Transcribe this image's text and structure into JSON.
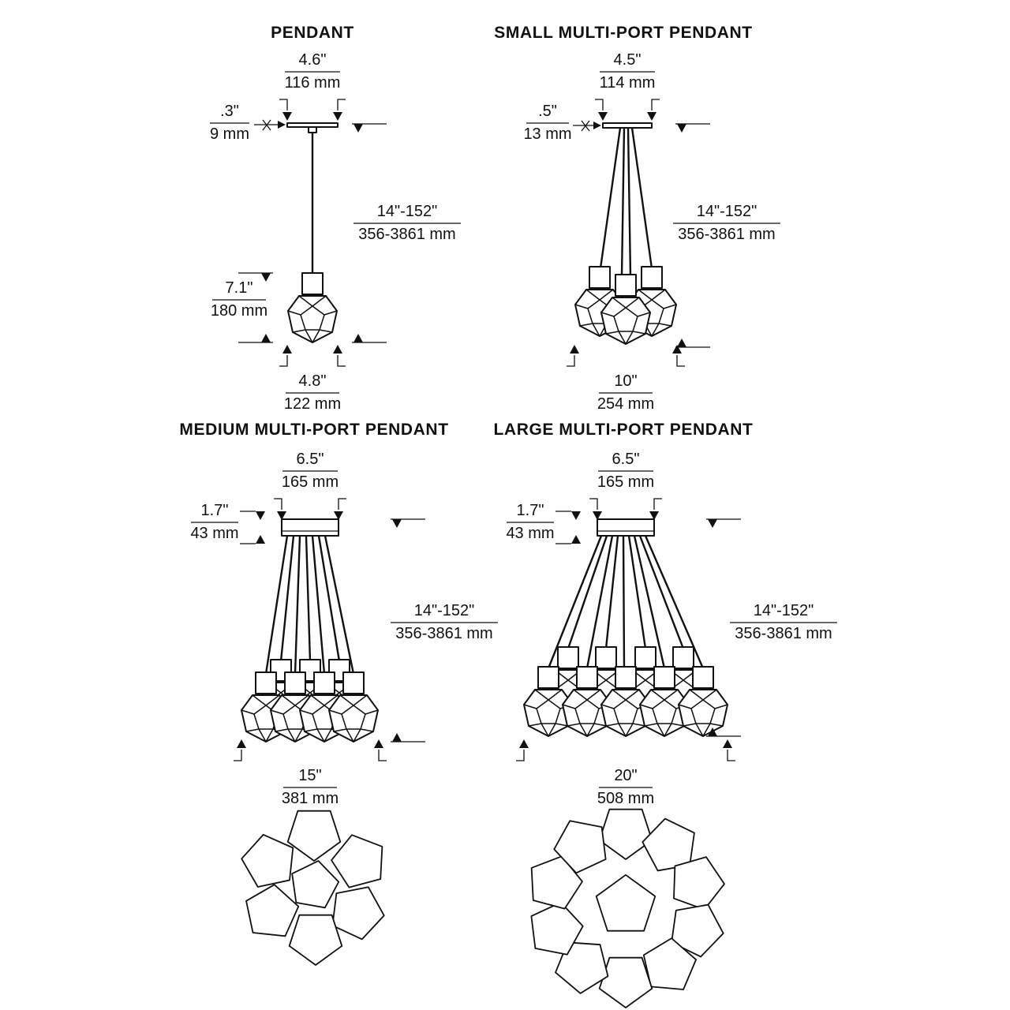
{
  "document": {
    "background": "#ffffff",
    "line_color": "#111111"
  },
  "panels": {
    "pendant": {
      "title": "PENDANT",
      "top_width": {
        "in": "4.6\"",
        "mm": "116 mm"
      },
      "canopy_height": {
        "in": ".3\"",
        "mm": "9 mm"
      },
      "drop": {
        "in": "14\"-152\"",
        "mm": "356-3861 mm"
      },
      "fixture_height": {
        "in": "7.1\"",
        "mm": "180 mm"
      },
      "bottom_width": {
        "in": "4.8\"",
        "mm": "122 mm"
      }
    },
    "small": {
      "title": "SMALL MULTI-PORT PENDANT",
      "top_width": {
        "in": "4.5\"",
        "mm": "114 mm"
      },
      "canopy_height": {
        "in": ".5\"",
        "mm": "13 mm"
      },
      "drop": {
        "in": "14\"-152\"",
        "mm": "356-3861 mm"
      },
      "bottom_width": {
        "in": "10\"",
        "mm": "254 mm"
      }
    },
    "medium": {
      "title": "MEDIUM MULTI-PORT PENDANT",
      "top_width": {
        "in": "6.5\"",
        "mm": "165 mm"
      },
      "canopy_height": {
        "in": "1.7\"",
        "mm": "43 mm"
      },
      "drop": {
        "in": "14\"-152\"",
        "mm": "356-3861 mm"
      },
      "bottom_width": {
        "in": "15\"",
        "mm": "381 mm"
      },
      "plan_view": {
        "shade_count": 7
      }
    },
    "large": {
      "title": "LARGE MULTI-PORT PENDANT",
      "top_width": {
        "in": "6.5\"",
        "mm": "165 mm"
      },
      "canopy_height": {
        "in": "1.7\"",
        "mm": "43 mm"
      },
      "drop": {
        "in": "14\"-152\"",
        "mm": "356-3861 mm"
      },
      "bottom_width": {
        "in": "20\"",
        "mm": "508 mm"
      },
      "plan_view": {
        "shade_count": 11
      }
    }
  }
}
